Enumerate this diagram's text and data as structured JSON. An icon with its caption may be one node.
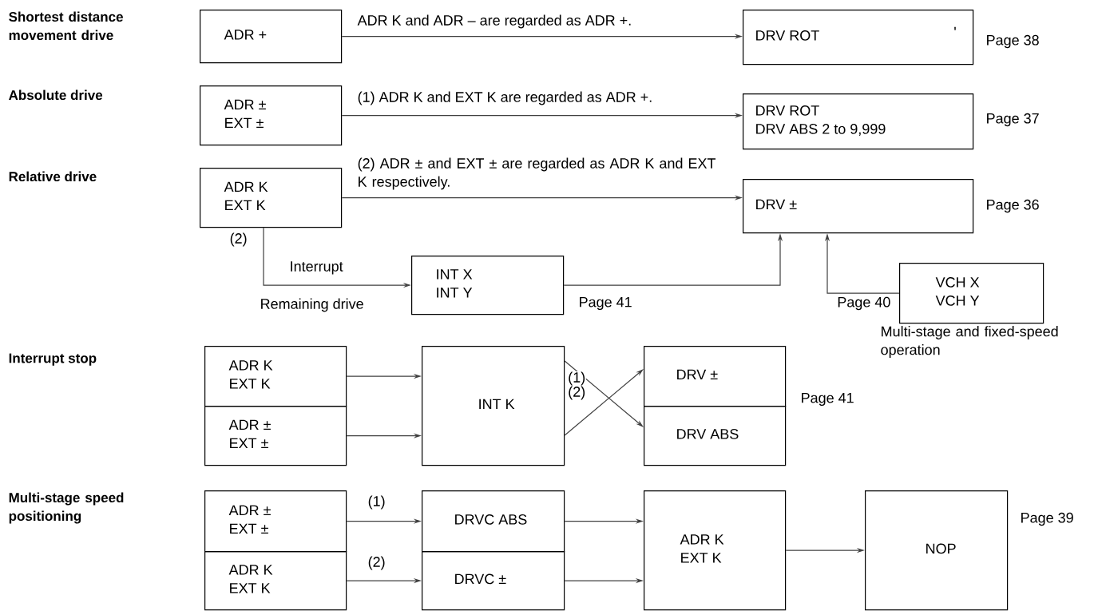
{
  "diagram": {
    "nodes": [
      {
        "text": [
          "ADR +"
        ]
      },
      {
        "text": [
          "DRV ROT",
          "'"
        ],
        "beside": [
          "Page 38"
        ]
      },
      {
        "text": [
          "ADR ±",
          "EXT ±"
        ]
      },
      {
        "text": [
          "DRV ROT",
          "DRV ABS 2 to 9,999"
        ],
        "beside": [
          "Page 37"
        ]
      },
      {
        "text": [
          "ADR K",
          "EXT K"
        ]
      },
      {
        "text": [
          "DRV ±"
        ],
        "beside": [
          "Page 36"
        ]
      },
      {
        "text": [
          "INT X",
          "INT Y"
        ],
        "beside": [
          "Page 41"
        ]
      },
      {
        "text": [
          "VCH X",
          "VCH Y"
        ],
        "beside": [
          "Page 40",
          "Multi-stage and fixed-speed operation"
        ]
      },
      {
        "text": [
          "ADR K",
          "EXT K"
        ]
      },
      {
        "text": [
          "ADR ±",
          "EXT ±"
        ]
      },
      {
        "text": [
          "INT K"
        ]
      },
      {
        "text": [
          "DRV ±"
        ]
      },
      {
        "text": [
          "DRV ABS"
        ]
      },
      {
        "text": [
          "ADR ±",
          "EXT ±"
        ]
      },
      {
        "text": [
          "ADR K",
          "EXT K"
        ]
      },
      {
        "text": [
          "DRVC ABS"
        ]
      },
      {
        "text": [
          "DRVC ±"
        ]
      },
      {
        "text": [
          "ADR K",
          "EXT K"
        ]
      },
      {
        "text": [
          "NOP"
        ],
        "beside": [
          "Page 39"
        ]
      }
    ],
    "edges": [
      {
        "from": 0,
        "to": 1,
        "arrow": "to",
        "label": "ADR K and ADR – are regarded as ADR +."
      },
      {
        "from": 2,
        "to": 3,
        "arrow": "to",
        "label": "(1) ADR K and EXT K are regarded as ADR +."
      },
      {
        "from": 4,
        "to": 5,
        "arrow": "to",
        "label": "(2) ADR ± and EXT ± are regarded as ADR K and EXT K respectively."
      },
      {
        "from": 4,
        "to": 6,
        "arrow": "to",
        "label": "Interrupt"
      },
      {
        "from": 6,
        "to": 5,
        "arrow": "to"
      },
      {
        "from": 7,
        "to": 5,
        "arrow": "to"
      },
      {
        "from": 8,
        "to": 10,
        "arrow": "to"
      },
      {
        "from": 9,
        "to": 10,
        "arrow": "to"
      },
      {
        "from": 10,
        "to": 12,
        "arrow": "to"
      },
      {
        "from": 10,
        "to": 11,
        "arrow": "to"
      },
      {
        "from": 13,
        "to": 15,
        "arrow": "to",
        "label": "(1)"
      },
      {
        "from": 14,
        "to": 16,
        "arrow": "to",
        "label": "(2)"
      },
      {
        "from": 15,
        "to": 17,
        "arrow": "to"
      },
      {
        "from": 16,
        "to": 17,
        "arrow": "to"
      },
      {
        "from": 17,
        "to": 18,
        "arrow": "to"
      }
    ],
    "labels": [
      "Shortest distance movement drive",
      "Absolute drive",
      "Relative drive",
      "(2)",
      "Remaining drive",
      "Interrupt stop",
      "(1)",
      "(2)",
      "Page 41",
      "Multi-stage speed positioning"
    ]
  }
}
